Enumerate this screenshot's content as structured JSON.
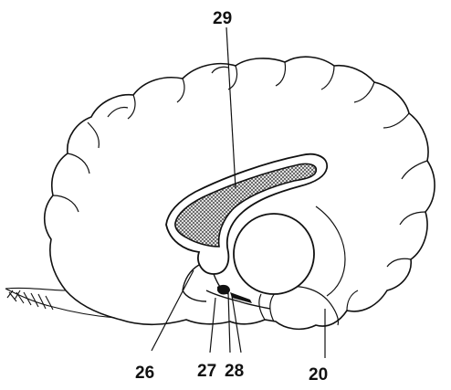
{
  "figure": {
    "labels": {
      "l29": "29",
      "l26": "26",
      "l27": "27",
      "l28": "28",
      "l20": "20"
    },
    "colors": {
      "ink": "#111111",
      "paper": "#ffffff",
      "hatch": "#555555"
    }
  }
}
